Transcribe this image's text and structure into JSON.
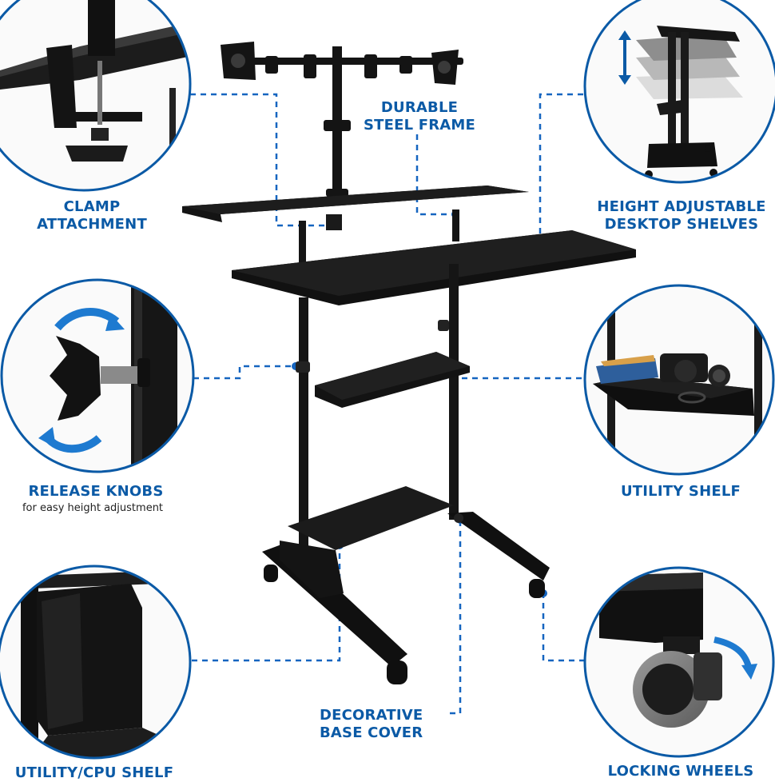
{
  "colors": {
    "accent": "#0b5aa6",
    "product": "#111111",
    "line": "#1565c0"
  },
  "callouts": {
    "clamp": {
      "line1": "CLAMP",
      "line2": "ATTACHMENT"
    },
    "frame": {
      "line1": "DURABLE",
      "line2": "STEEL FRAME"
    },
    "height": {
      "line1": "HEIGHT ADJUSTABLE",
      "line2": "DESKTOP SHELVES"
    },
    "knobs": {
      "title": "RELEASE KNOBS",
      "subtitle": "for easy height adjustment"
    },
    "utility_shelf": {
      "title": "UTILITY SHELF"
    },
    "base_cover": {
      "line1": "DECORATIVE",
      "line2": "BASE COVER"
    },
    "cpu_shelf": {
      "title": "UTILITY/CPU SHELF"
    },
    "wheels": {
      "title": "LOCKING WHEELS"
    }
  }
}
